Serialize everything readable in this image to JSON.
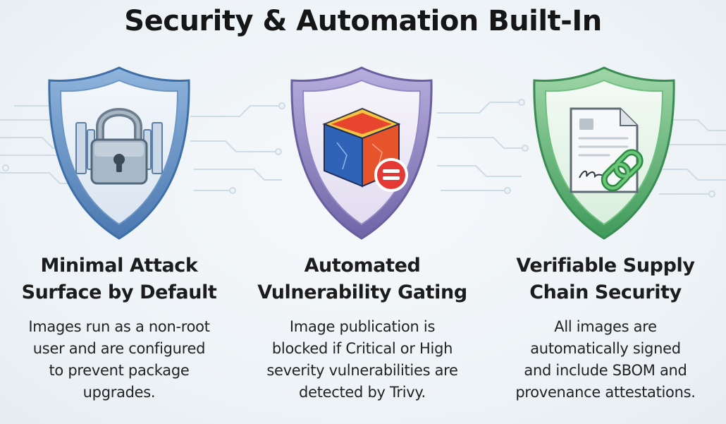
{
  "title": "Security & Automation Built-In",
  "features": [
    {
      "heading_lines": [
        "Minimal Attack",
        "Surface by Default"
      ],
      "body_lines": [
        "Images run as a non-root",
        "user and are configured",
        "to prevent package",
        "upgrades."
      ],
      "icon": "padlock-icon",
      "accent": "#3f6fa8"
    },
    {
      "heading_lines": [
        "Automated",
        "Vulnerability Gating"
      ],
      "body_lines": [
        "Image publication is",
        "blocked if Critical or High",
        "severity vulnerabilities are",
        "detected by Trivy."
      ],
      "icon": "container-cube-icon",
      "accent": "#7a6aa8"
    },
    {
      "heading_lines": [
        "Verifiable Supply",
        "Chain Security"
      ],
      "body_lines": [
        "All images are",
        "automatically signed",
        "and include SBOM and",
        "provenance attestations."
      ],
      "icon": "signed-document-link-icon",
      "accent": "#3f9a5a"
    }
  ],
  "colors": {
    "background": "#eef3f7",
    "title": "#161616",
    "circuit": "#c9d7e2",
    "badge": "#e53935"
  }
}
